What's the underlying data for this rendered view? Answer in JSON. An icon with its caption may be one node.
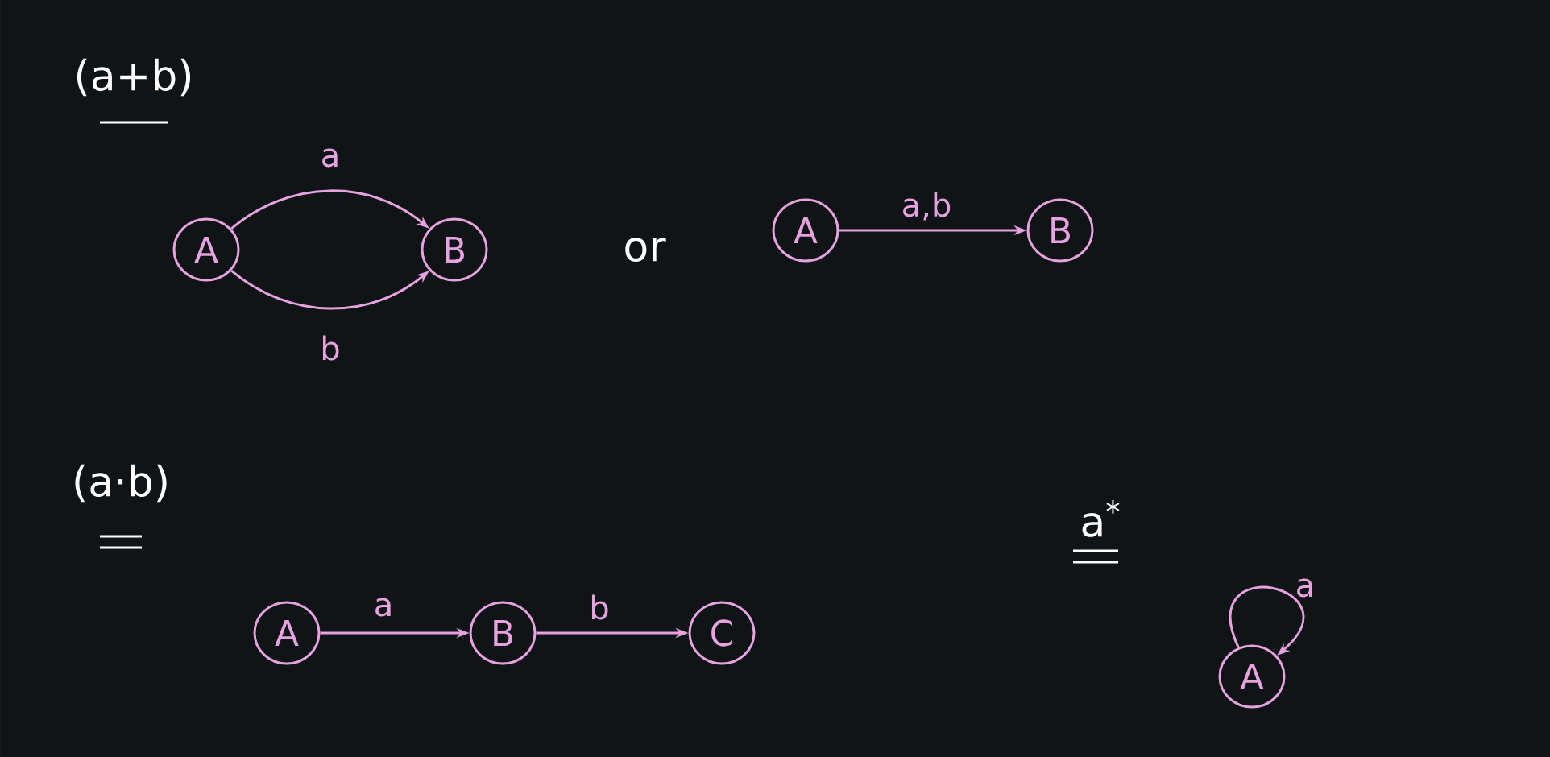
{
  "diagram": {
    "nodes": [
      {
        "text": [
          "A"
        ]
      },
      {
        "text": [
          "B"
        ]
      },
      {
        "text": [
          "A"
        ]
      },
      {
        "text": [
          "B"
        ]
      },
      {
        "text": [
          "A"
        ]
      },
      {
        "text": [
          "B"
        ]
      },
      {
        "text": [
          "C"
        ]
      },
      {
        "text": [
          "A"
        ]
      }
    ],
    "edges": [
      {
        "from": 0,
        "to": 1,
        "arrow": "to",
        "label": "a"
      },
      {
        "from": 0,
        "to": 1,
        "arrow": "to",
        "label": "b"
      },
      {
        "from": 2,
        "to": 3,
        "arrow": "to",
        "label": "a,b"
      },
      {
        "from": 4,
        "to": 5,
        "arrow": "to",
        "label": "a"
      },
      {
        "from": 5,
        "to": 6,
        "arrow": "to",
        "label": "b"
      },
      {
        "from": 7,
        "to": 7,
        "arrow": "to",
        "label": "a"
      }
    ],
    "labels": [
      "(a+b)",
      "or",
      "(a·b)",
      "a$^{*}$"
    ]
  }
}
